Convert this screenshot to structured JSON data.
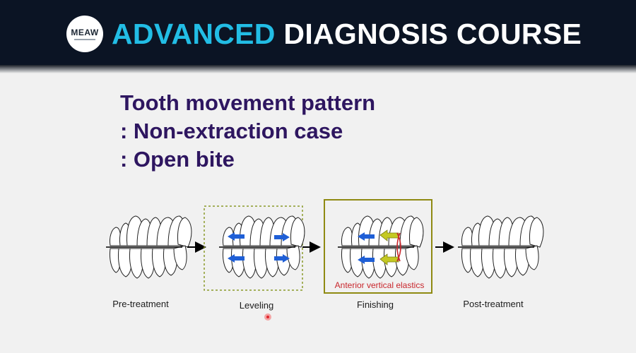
{
  "banner": {
    "logo_text": "MEAW",
    "title_accent": "ADVANCED",
    "title_rest": "DIAGNOSIS COURSE"
  },
  "slide": {
    "heading_lines": [
      "Tooth movement pattern",
      ": Non-extraction case",
      ": Open bite"
    ],
    "stages": [
      {
        "caption": "Pre-treatment"
      },
      {
        "caption": "Leveling"
      },
      {
        "caption": "Finishing",
        "annotation": "Anterior vertical elastics"
      },
      {
        "caption": "Post-treatment"
      }
    ]
  },
  "colors": {
    "banner_bg": "#0b1424",
    "accent": "#22bde5",
    "heading": "#2e1660",
    "arrow_blue": "#1f5fd6",
    "arrow_yellow": "#c4c923",
    "elastic_red": "#c8262c",
    "leveling_box": "#8a9a2a",
    "finishing_box": "#8f8a12"
  }
}
